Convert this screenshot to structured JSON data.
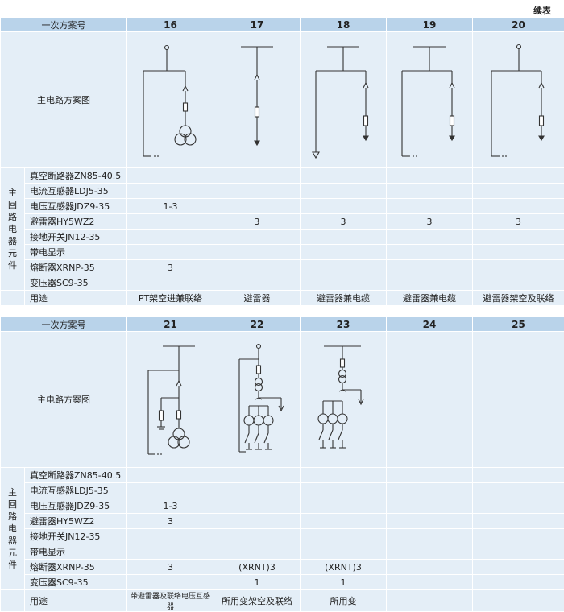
{
  "continued_label": "续表",
  "labels": {
    "scheme_no": "一次方案号",
    "circuit_diagram": "主电路方案图",
    "group": [
      "主",
      "回",
      "路",
      "电",
      "器",
      "元",
      "件"
    ],
    "usage": "用途"
  },
  "components": [
    "真空断路器ZN85-40.5",
    "电流互感器LDJ5-35",
    "电压互感器JDZ9-35",
    "避雷器HY5WZ2",
    "接地开关JN12-35",
    "带电显示",
    "熔断器XRNP-35",
    "变压器SC9-35"
  ],
  "tables": [
    {
      "schemes": [
        {
          "no": "16",
          "diagram": "pt-transformer-icon",
          "values": [
            "",
            "",
            "1-3",
            "",
            "",
            "",
            "3",
            ""
          ],
          "usage": "PT架空进兼联络"
        },
        {
          "no": "17",
          "diagram": "arrester-busbar-icon",
          "values": [
            "",
            "",
            "",
            "3",
            "",
            "",
            "",
            ""
          ],
          "usage": "避雷器"
        },
        {
          "no": "18",
          "diagram": "arrester-cable-icon",
          "values": [
            "",
            "",
            "",
            "3",
            "",
            "",
            "",
            ""
          ],
          "usage": "避雷器兼电缆"
        },
        {
          "no": "19",
          "diagram": "arrester-cable-icon-2",
          "values": [
            "",
            "",
            "",
            "3",
            "",
            "",
            "",
            ""
          ],
          "usage": "避雷器兼电缆"
        },
        {
          "no": "20",
          "diagram": "arrester-overhead-icon",
          "values": [
            "",
            "",
            "",
            "3",
            "",
            "",
            "",
            ""
          ],
          "usage": "避雷器架空及联络"
        }
      ]
    },
    {
      "schemes": [
        {
          "no": "21",
          "diagram": "pt-arrester-icon",
          "values": [
            "",
            "",
            "1-3",
            "3",
            "",
            "",
            "3",
            ""
          ],
          "usage": "带避雷器及联络电压互感器"
        },
        {
          "no": "22",
          "diagram": "station-transformer-overhead-icon",
          "values": [
            "",
            "",
            "",
            "",
            "",
            "",
            "(XRNT)3",
            "1"
          ],
          "usage": "所用变架空及联络"
        },
        {
          "no": "23",
          "diagram": "station-transformer-icon",
          "values": [
            "",
            "",
            "",
            "",
            "",
            "",
            "(XRNT)3",
            "1"
          ],
          "usage": "所用变"
        },
        {
          "no": "24",
          "diagram": "",
          "values": [
            "",
            "",
            "",
            "",
            "",
            "",
            "",
            ""
          ],
          "usage": ""
        },
        {
          "no": "25",
          "diagram": "",
          "values": [
            "",
            "",
            "",
            "",
            "",
            "",
            "",
            ""
          ],
          "usage": ""
        }
      ]
    }
  ]
}
